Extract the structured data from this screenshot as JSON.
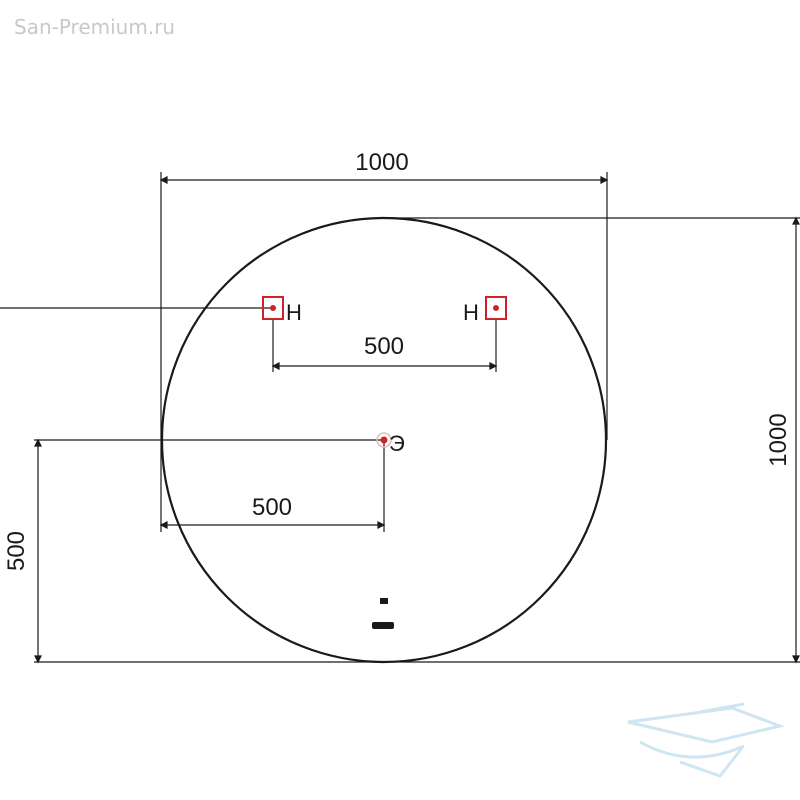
{
  "watermark": "San-Premium.ru",
  "dimensions": {
    "width": "1000",
    "height": "1000",
    "hook_spacing": "500",
    "outlet_offset_x": "500",
    "outlet_height": "500"
  },
  "markers": {
    "hook_left": "Н",
    "hook_right": "Н",
    "outlet": "Э"
  },
  "colors": {
    "outline": "#1a1a1a",
    "marker": "#d0202a",
    "logo": "#cfe6f2"
  },
  "icons": {
    "logo": "bathtub-logo-icon",
    "sensor": "touch-sensor-icon"
  }
}
